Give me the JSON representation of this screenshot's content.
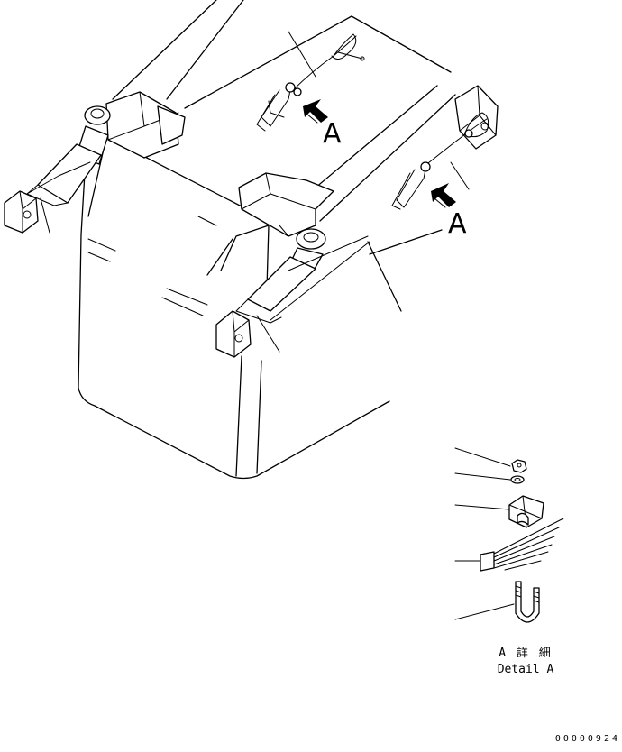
{
  "callouts": {
    "view_a_left": "A",
    "view_a_right": "A"
  },
  "detail": {
    "title_jp": "A 詳 細",
    "title_en": "Detail A"
  },
  "drawing_number": "00000924"
}
